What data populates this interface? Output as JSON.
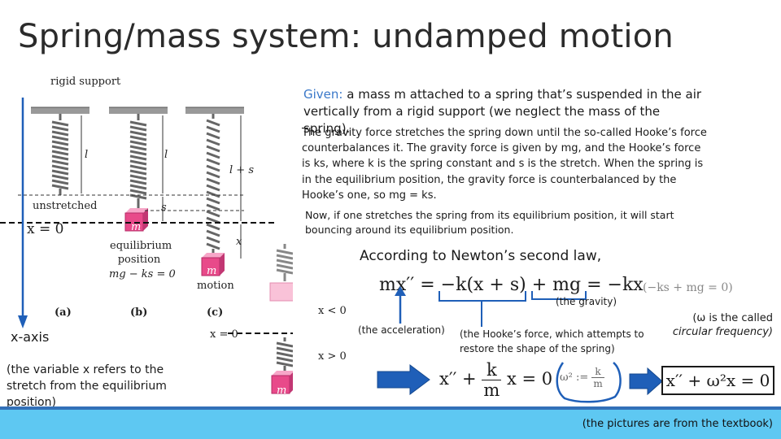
{
  "title": "Spring/mass system: undamped motion",
  "given": {
    "label": "Given:",
    "text": "a mass m attached to a spring that’s suspended in the air vertically from a rigid support (we neglect the mass of the spring)."
  },
  "gravity_paragraph": "The gravity force stretches the spring down until the so-called Hooke’s force counterbalances it. The gravity force is given by mg, and the Hooke’s force is ks, where k is the spring constant and s is the stretch. When the spring is in the equilibrium position, the gravity force is counterbalanced by the Hooke’s one, so mg = ks.",
  "now_paragraph": "Now, if one stretches the spring from its equilibrium position, it will start bouncing around its equilibrium position.",
  "newton_line": "According to Newton’s second law,",
  "equation_main": "mx′′ = −k(x + s) + mg = −kx",
  "equation_aside": "(−ks + mg = 0)",
  "note_gravity": "(the gravity)",
  "note_acceleration": "(the acceleration)",
  "note_hooke": "(the Hooke’s force, which attempts to restore the shape of the spring)",
  "note_omega": {
    "prefix": "(ω is the called",
    "term": "circular frequency)"
  },
  "equation_bottom": {
    "left": "x′′ +",
    "frac_num": "k",
    "frac_den": "m",
    "right": "x = 0"
  },
  "omega_def": {
    "left": "ω² :=",
    "frac_num": "k",
    "frac_den": "m"
  },
  "equation_final": "x′′ + ω²x = 0",
  "variable_note": "(the variable x refers to the stretch from the equilibrium position)",
  "x_axis_label": "x-axis",
  "figure": {
    "rigid_support": "rigid support",
    "unstretched": "unstretched",
    "equilibrium_position": "equilibrium position",
    "equation": "mg − ks = 0",
    "motion": "motion",
    "x_eq_zero": "x = 0",
    "x_eq_zero_b": "x = 0",
    "x_lt_zero": "x < 0",
    "x_gt_zero": "x > 0",
    "l": "l",
    "l_plus_s": "l + s",
    "s": "s",
    "x": "x",
    "m": "m",
    "a": "(a)",
    "b": "(b)",
    "c": "(c)"
  },
  "footer": "(the pictures are from the textbook)",
  "colors": {
    "accent_blue": "#3a78c9",
    "footer_bg": "#5ec8f2",
    "footer_line": "#3370b8",
    "arrow_blue": "#1f5fb8",
    "mass_pink": "#e84a8a"
  }
}
